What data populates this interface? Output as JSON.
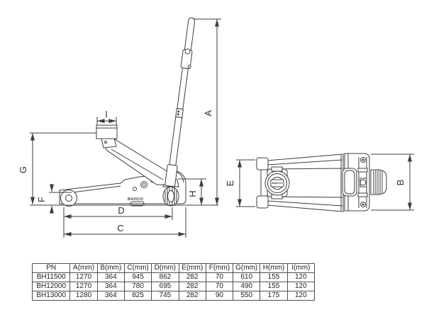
{
  "page": {
    "background": "#ffffff",
    "line_color": "#3d3d3d",
    "text_color": "#2b2b2b"
  },
  "dims": {
    "A": "A",
    "B": "B",
    "C": "C",
    "D": "D",
    "E": "E",
    "F": "F",
    "G": "G",
    "H": "H",
    "I": "I"
  },
  "side_view": {
    "brand_label": "BAHCO"
  },
  "top_view": {
    "brand_label": "BAHCO"
  },
  "table": {
    "headers": [
      "PN",
      "A(mm)",
      "B(mm)",
      "C(mm)",
      "D(mm)",
      "E(mm)",
      "F(mm)",
      "G(mm)",
      "H(mm)",
      "I(mm)"
    ],
    "rows": [
      [
        "BH11500",
        "1270",
        "364",
        "945",
        "862",
        "282",
        "70",
        "610",
        "155",
        "120"
      ],
      [
        "BH12000",
        "1270",
        "364",
        "780",
        "695",
        "282",
        "70",
        "490",
        "155",
        "120"
      ],
      [
        "BH13000",
        "1280",
        "364",
        "825",
        "745",
        "282",
        "90",
        "550",
        "175",
        "120"
      ]
    ]
  }
}
